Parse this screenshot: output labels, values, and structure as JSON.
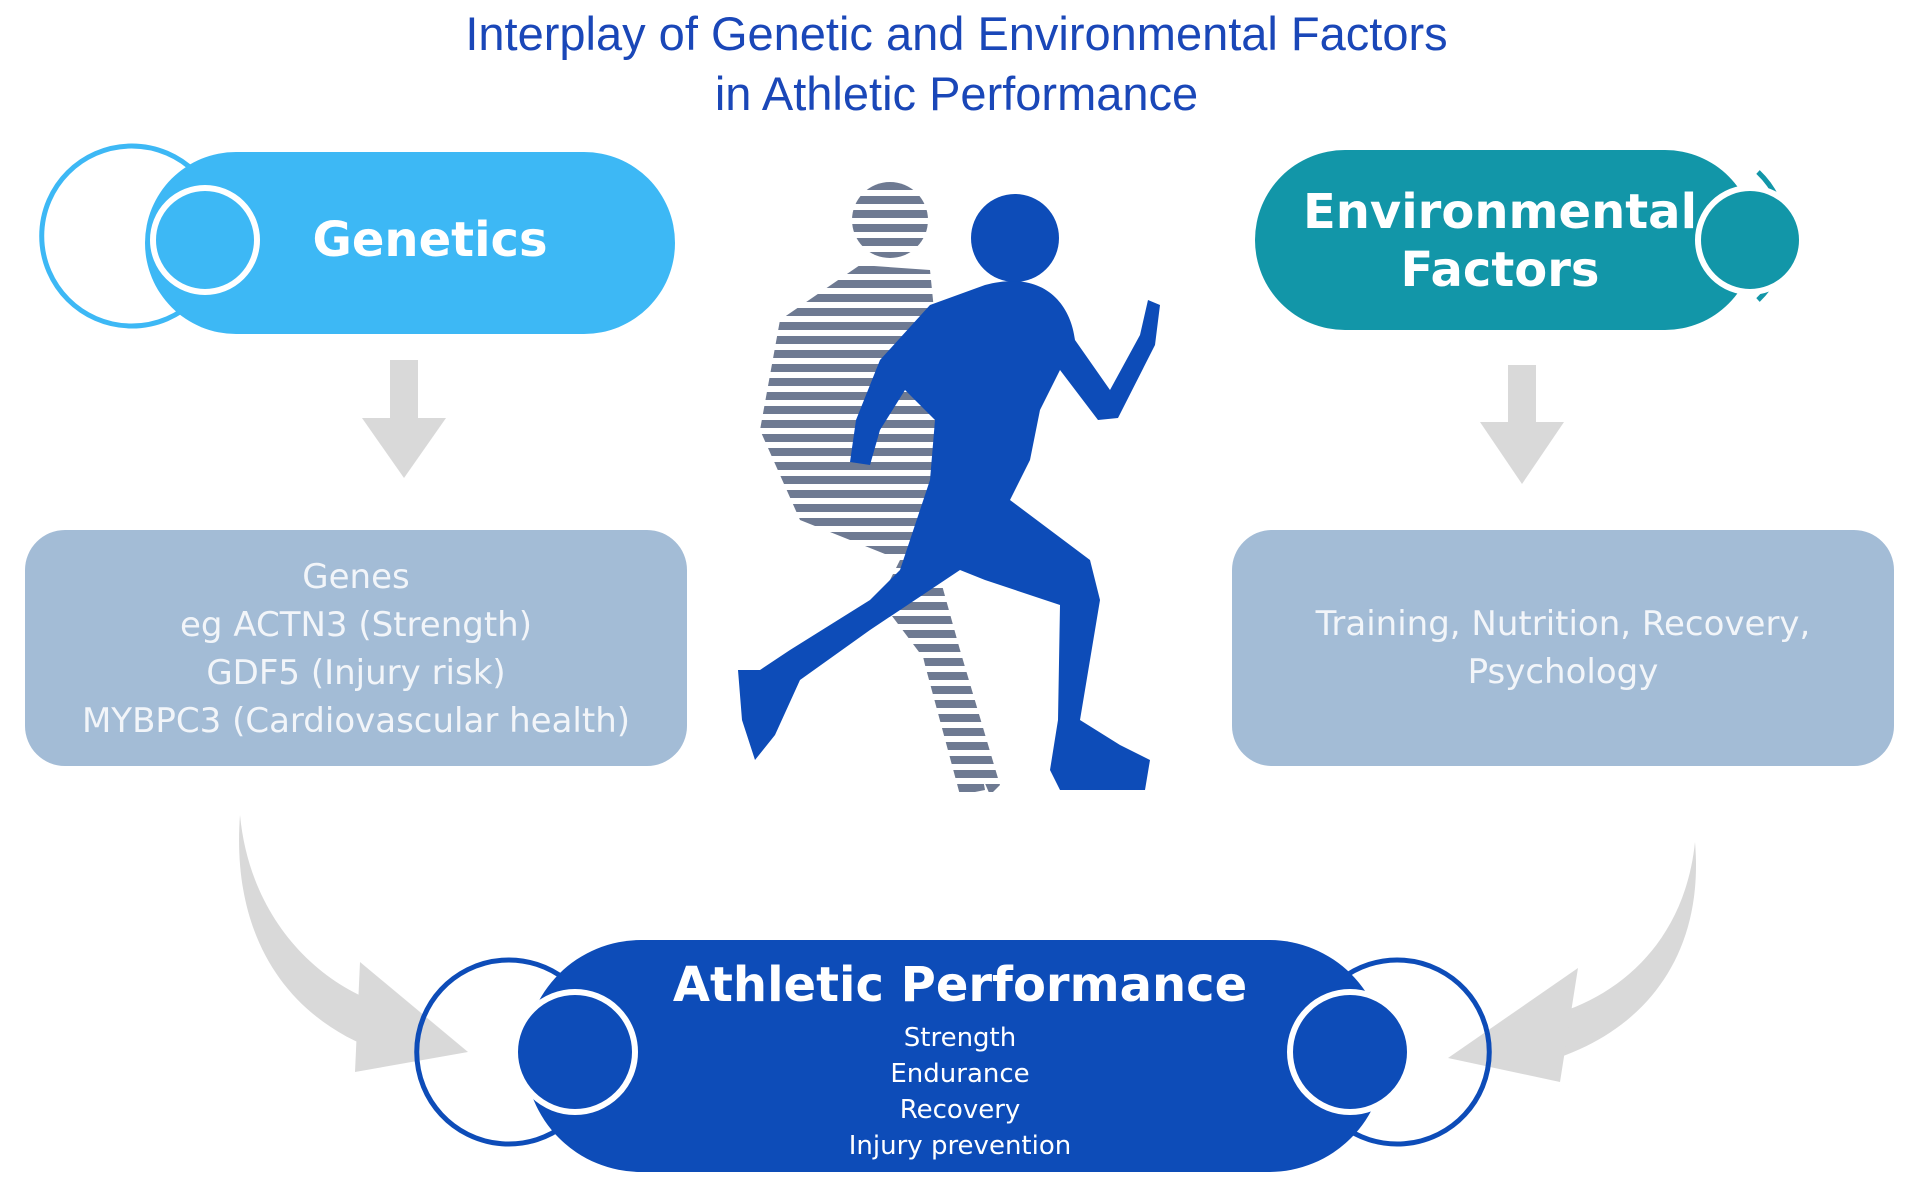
{
  "title": {
    "line1": "Interplay of Genetic and Environmental Factors",
    "line2": "in Athletic Performance"
  },
  "genetics": {
    "label": "Genetics",
    "color": "#3db8f5",
    "details": [
      "Genes",
      "eg ACTN3 (Strength)",
      "GDF5 (Injury risk)",
      "MYBPC3 (Cardiovascular health)"
    ]
  },
  "environment": {
    "label_line1": "Environmental",
    "label_line2": "Factors",
    "color": "#1296a8",
    "details": [
      "Training, Nutrition, Recovery,",
      "Psychology"
    ]
  },
  "performance": {
    "label": "Athletic Performance",
    "color": "#0d4cb8",
    "items": [
      "Strength",
      "Endurance",
      "Recovery",
      "Injury prevention"
    ]
  },
  "colors": {
    "title": "#1a47b8",
    "detail_box": "#a3bcd6",
    "arrow": "#d9d9d9",
    "runner": "#0d4cb8",
    "shadow_runner": "#6b7a99"
  },
  "icons": {
    "runner": "runner-silhouette-icon",
    "arrows": "down-arrow-icon"
  }
}
